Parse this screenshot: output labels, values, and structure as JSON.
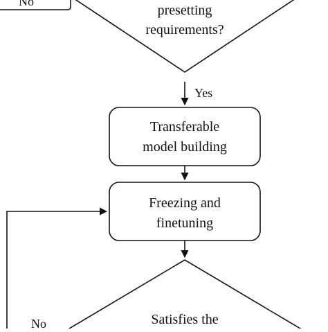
{
  "diagram": {
    "top_decision": {
      "line1": "presetting",
      "line2": "requirements?"
    },
    "top_no_label": "No",
    "yes_label": "Yes",
    "step_transferable": {
      "line1": "Transferable",
      "line2": "model building"
    },
    "step_freezing": {
      "line1": "Freezing and",
      "line2": "finetuning"
    },
    "bottom_decision": {
      "line1": "Satisfies the"
    },
    "bottom_no_label": "No"
  },
  "colors": {
    "stroke": "#111111",
    "background": "#ffffff"
  }
}
